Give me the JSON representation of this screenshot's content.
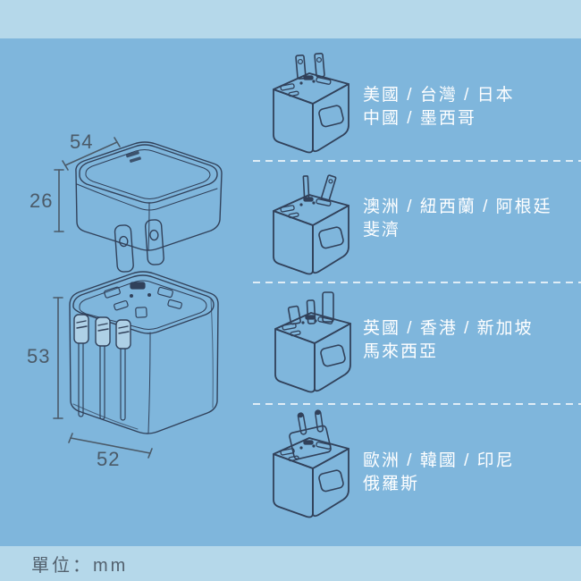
{
  "unit_note": {
    "label": "單位：mm"
  },
  "dimensions": {
    "top_width_mm": "54",
    "top_height_mm": "26",
    "body_height_mm": "53",
    "body_width_mm": "52"
  },
  "plug_rows": [
    {
      "type": "us",
      "illustration": "us-plug-adapter-icon",
      "line1": "美國 / 台灣 / 日本",
      "line2": "中國 / 墨西哥"
    },
    {
      "type": "au",
      "illustration": "au-plug-adapter-icon",
      "line1": "澳洲 / 紐西蘭 / 阿根廷",
      "line2": "斐濟"
    },
    {
      "type": "uk",
      "illustration": "uk-plug-adapter-icon",
      "line1": "英國 / 香港 / 新加坡",
      "line2": "馬來西亞"
    },
    {
      "type": "eu",
      "illustration": "eu-plug-adapter-icon",
      "line1": "歐洲 / 韓國 / 印尼",
      "line2": "俄羅斯"
    }
  ],
  "colors": {
    "background": "#7fb6dc",
    "band": "#b5d8ea",
    "line_art": "#31415a",
    "dimension_text": "#4b5a68",
    "region_text": "#ffffff",
    "separator": "rgba(255,255,255,0.75)"
  }
}
